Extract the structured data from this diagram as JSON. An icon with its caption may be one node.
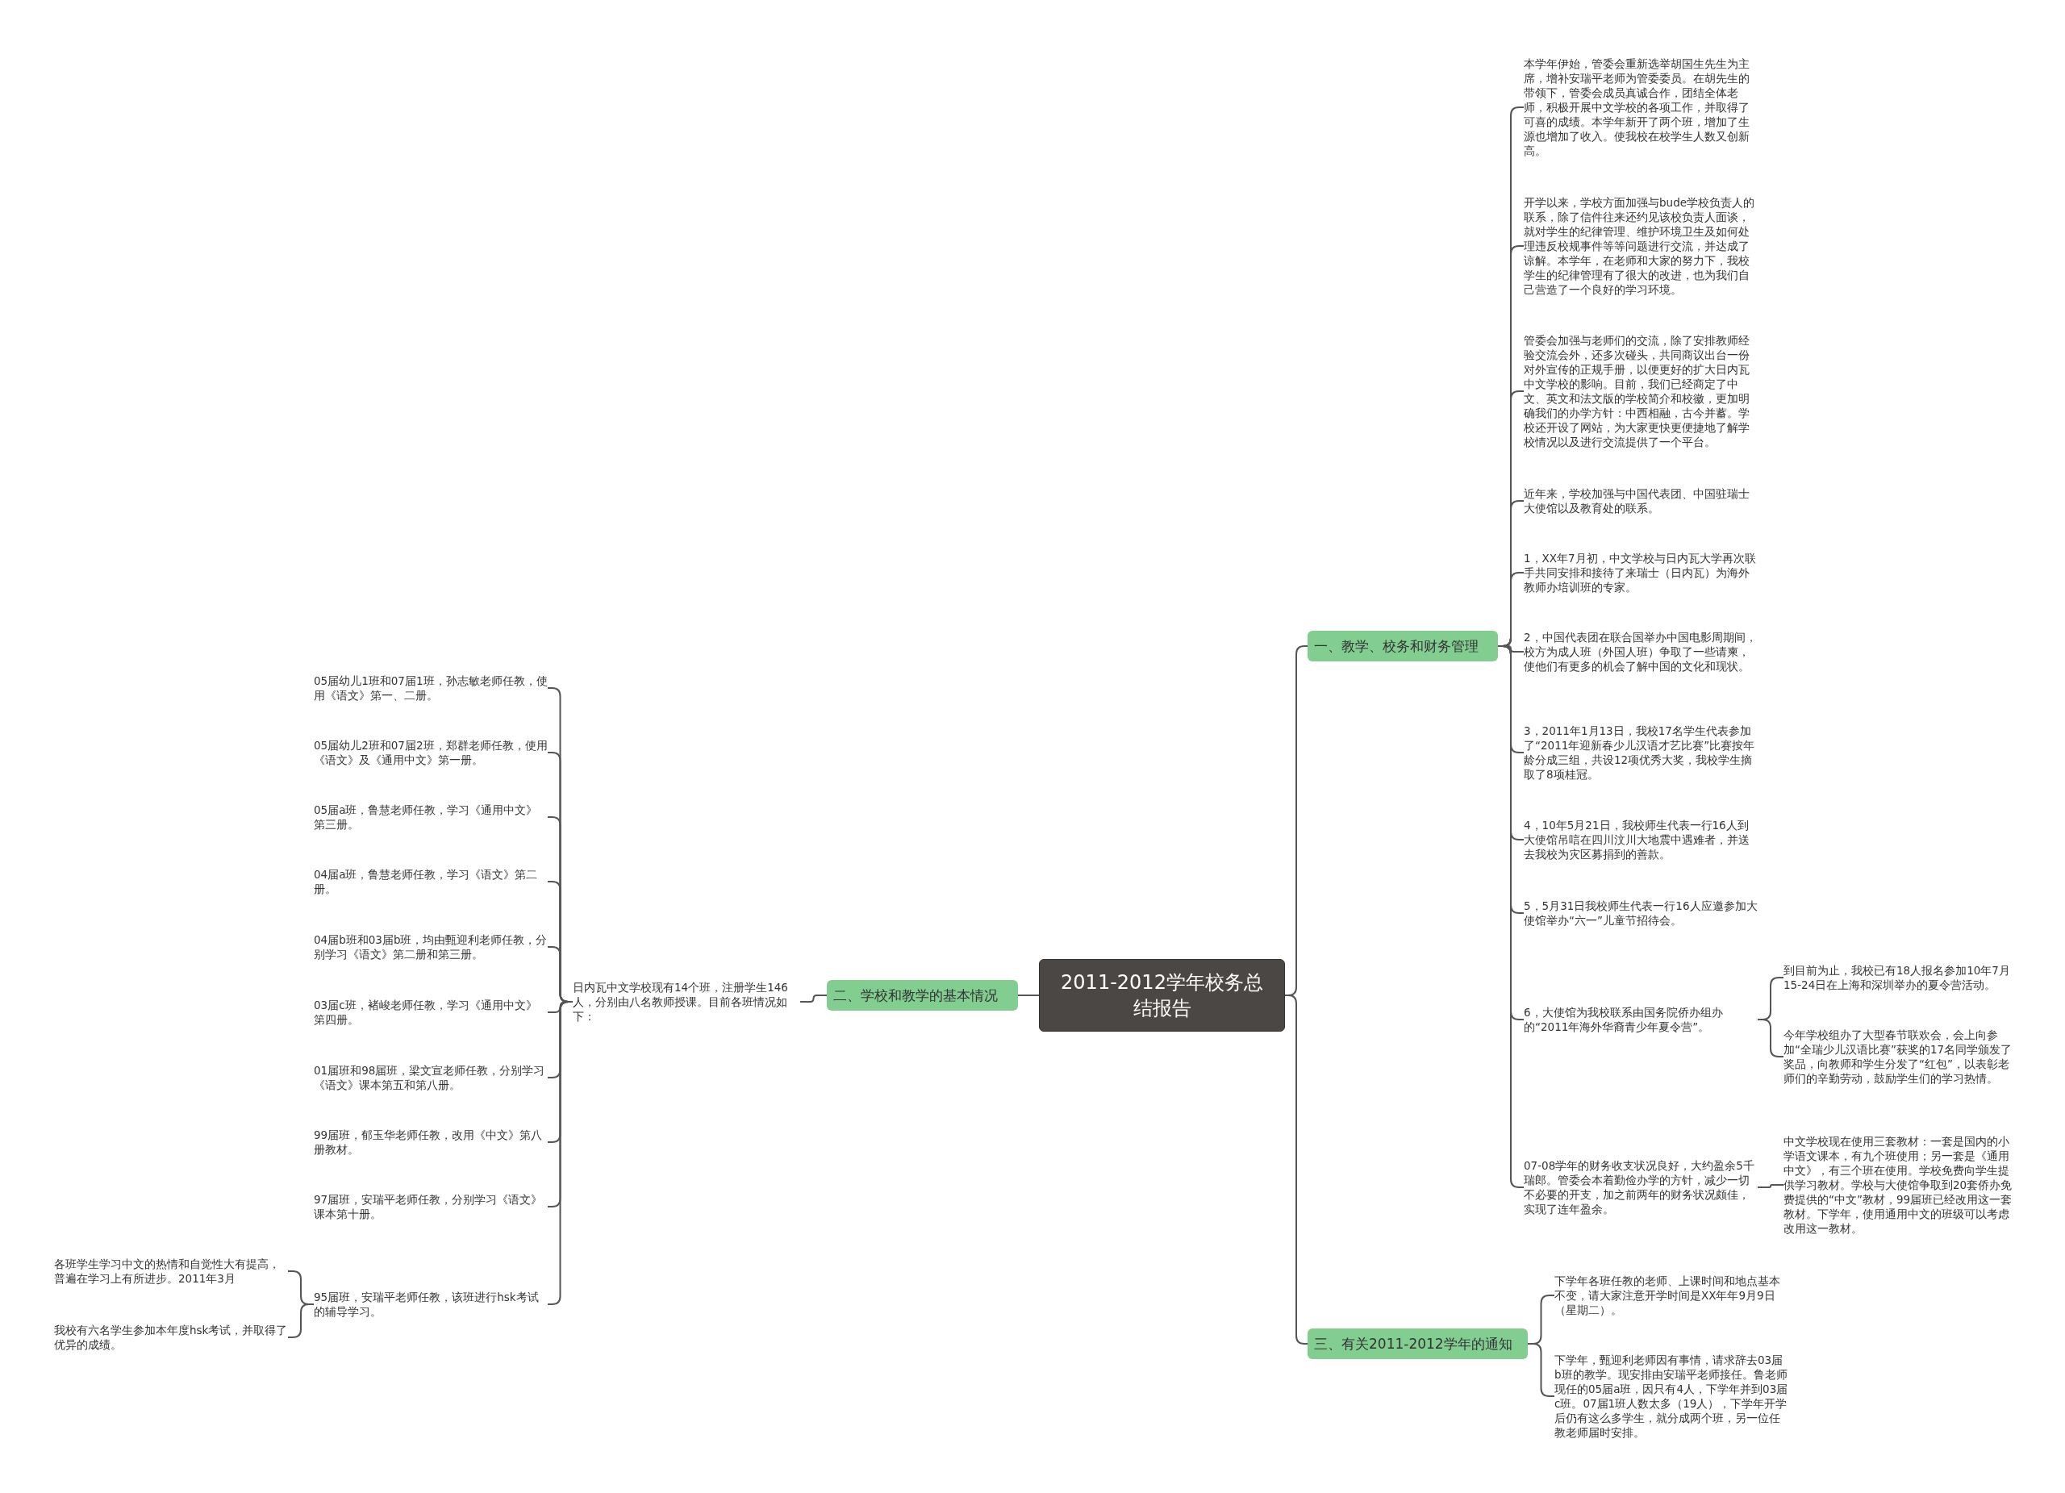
{
  "diagram": {
    "nodes": [
      {
        "text": [
          "2011-2012学年校务总结报告"
        ]
      },
      {
        "text": [
          "一、教学、校务和财务管理"
        ]
      },
      {
        "text": [
          "二、学校和教学的基本情况"
        ]
      },
      {
        "text": [
          "三、有关2011-2012学年的通知"
        ]
      },
      {
        "text": [
          "本学年伊始，管委会重新选举胡国生先生为主席，增补安瑞平老师为管委委员。在胡先生的带领下，管委会成员真诚合作，团结全体老师，积极开展中文学校的各项工作，并取得了可喜的成绩。本学年新开了两个班，增加了生源也增加了收入。使我校在校学生人数又创新高。"
        ]
      },
      {
        "text": [
          "开学以来，学校方面加强与bude学校负责人的联系，除了信件往来还约见该校负责人面谈，就对学生的纪律管理、维护环境卫生及如何处理违反校规事件等等问题进行交流，并达成了谅解。本学年，在老师和大家的努力下，我校学生的纪律管理有了很大的改进，也为我们自己营造了一个良好的学习环境。"
        ]
      },
      {
        "text": [
          "管委会加强与老师们的交流，除了安排教师经验交流会外，还多次碰头，共同商议出台一份对外宣传的正规手册，以便更好的扩大日内瓦中文学校的影响。目前，我们已经商定了中文、英文和法文版的学校简介和校徽，更加明确我们的办学方针：中西相融，古今并蓄。学校还开设了网站，为大家更快更便捷地了解学校情况以及进行交流提供了一个平台。"
        ]
      },
      {
        "text": [
          "近年来，学校加强与中国代表团、中国驻瑞士大使馆以及教育处的联系。"
        ]
      },
      {
        "text": [
          "1，XX年7月初，中文学校与日内瓦大学再次联手共同安排和接待了来瑞士（日内瓦）为海外教师办培训班的专家。"
        ]
      },
      {
        "text": [
          "2，中国代表团在联合国举办中国电影周期间，校方为成人班（外国人班）争取了一些请柬，使他们有更多的机会了解中国的文化和现状。"
        ]
      },
      {
        "text": [
          "3，2011年1月13日，我校17名学生代表参加了“2011年迎新春少儿汉语才艺比赛”比赛按年龄分成三组，共设12项优秀大奖，我校学生摘取了8项桂冠。"
        ]
      },
      {
        "text": [
          "4，10年5月21日，我校师生代表一行16人到大使馆吊唁在四川汶川大地震中遇难者，并送去我校为灾区募捐到的善款。"
        ]
      },
      {
        "text": [
          "5，5月31日我校师生代表一行16人应邀参加大使馆举办“六一”儿童节招待会。"
        ]
      },
      {
        "text": [
          "6，大使馆为我校联系由国务院侨办组办的“2011年海外华裔青少年夏令营”。"
        ]
      },
      {
        "text": [
          "到目前为止，我校已有18人报名参加10年7月15-24日在上海和深圳举办的夏令营活动。"
        ]
      },
      {
        "text": [
          "今年学校组办了大型春节联欢会，会上向参加“全瑞少儿汉语比赛”获奖的17名同学颁发了奖品，向教师和学生分发了“红包”，以表彰老师们的辛勤劳动，鼓励学生们的学习热情。"
        ]
      },
      {
        "text": [
          "07-08学年的财务收支状况良好，大约盈余5千瑞郎。管委会本着勤俭办学的方针，减少一切不必要的开支，加之前两年的财务状况颇佳，实现了连年盈余。"
        ]
      },
      {
        "text": [
          "中文学校现在使用三套教材：一套是国内的小学语文课本，有九个班使用；另一套是《通用中文》，有三个班在使用。学校免费向学生提供学习教材。学校与大使馆争取到20套侨办免费提供的“中文”教材，99届班已经改用这一套教材。下学年，使用通用中文的班级可以考虑改用这一教材。"
        ]
      },
      {
        "text": [
          "日内瓦中文学校现有14个班，注册学生146人，分别由八名教师授课。目前各班情况如下："
        ]
      },
      {
        "text": [
          "05届幼儿1班和07届1班，孙志敏老师任教，使用《语文》第一、二册。"
        ]
      },
      {
        "text": [
          "05届幼儿2班和07届2班，郑群老师任教，使用《语文》及《通用中文》第一册。"
        ]
      },
      {
        "text": [
          "05届a班，鲁慧老师任教，学习《通用中文》第三册。"
        ]
      },
      {
        "text": [
          "04届a班，鲁慧老师任教，学习《语文》第二册。"
        ]
      },
      {
        "text": [
          "04届b班和03届b班，均由甄迎利老师任教，分别学习《语文》第二册和第三册。"
        ]
      },
      {
        "text": [
          "03届c班，褚峻老师任教，学习《通用中文》第四册。"
        ]
      },
      {
        "text": [
          "01届班和98届班，梁文宣老师任教，分别学习《语文》课本第五和第八册。"
        ]
      },
      {
        "text": [
          "99届班，郁玉华老师任教，改用《中文》第八册教材。"
        ]
      },
      {
        "text": [
          "97届班，安瑞平老师任教，分别学习《语文》课本第十册。"
        ]
      },
      {
        "text": [
          "95届班，安瑞平老师任教，该班进行hsk考试的辅导学习。"
        ]
      },
      {
        "text": [
          "各班学生学习中文的热情和自觉性大有提高，普遍在学习上有所进步。2011年3月"
        ]
      },
      {
        "text": [
          "我校有六名学生参加本年度hsk考试，并取得了优异的成绩。"
        ]
      },
      {
        "text": [
          "下学年各班任教的老师、上课时间和地点基本不变，请大家注意开学时间是XX年年9月9日（星期二）。"
        ]
      },
      {
        "text": [
          "下学年，甄迎利老师因有事情，请求辞去03届b班的教学。现安排由安瑞平老师接任。鲁老师现任的05届a班，因只有4人，下学年并到03届c班。07届1班人数太多（19人），下学年开学后仍有这么多学生，就分成两个班，另一位任教老师届时安排。"
        ]
      }
    ],
    "edges": [
      {
        "from": 0,
        "to": 1,
        "arrow": "none"
      },
      {
        "from": 0,
        "to": 2,
        "arrow": "none"
      },
      {
        "from": 0,
        "to": 3,
        "arrow": "none"
      },
      {
        "from": 1,
        "to": 4,
        "arrow": "none"
      },
      {
        "from": 1,
        "to": 5,
        "arrow": "none"
      },
      {
        "from": 1,
        "to": 6,
        "arrow": "none"
      },
      {
        "from": 1,
        "to": 7,
        "arrow": "none"
      },
      {
        "from": 1,
        "to": 8,
        "arrow": "none"
      },
      {
        "from": 1,
        "to": 9,
        "arrow": "none"
      },
      {
        "from": 1,
        "to": 10,
        "arrow": "none"
      },
      {
        "from": 1,
        "to": 11,
        "arrow": "none"
      },
      {
        "from": 1,
        "to": 12,
        "arrow": "none"
      },
      {
        "from": 1,
        "to": 13,
        "arrow": "none"
      },
      {
        "from": 13,
        "to": 14,
        "arrow": "none"
      },
      {
        "from": 13,
        "to": 15,
        "arrow": "none"
      },
      {
        "from": 1,
        "to": 16,
        "arrow": "none"
      },
      {
        "from": 16,
        "to": 17,
        "arrow": "none"
      },
      {
        "from": 2,
        "to": 18,
        "arrow": "none"
      },
      {
        "from": 18,
        "to": 19,
        "arrow": "none"
      },
      {
        "from": 18,
        "to": 20,
        "arrow": "none"
      },
      {
        "from": 18,
        "to": 21,
        "arrow": "none"
      },
      {
        "from": 18,
        "to": 22,
        "arrow": "none"
      },
      {
        "from": 18,
        "to": 23,
        "arrow": "none"
      },
      {
        "from": 18,
        "to": 24,
        "arrow": "none"
      },
      {
        "from": 18,
        "to": 25,
        "arrow": "none"
      },
      {
        "from": 18,
        "to": 26,
        "arrow": "none"
      },
      {
        "from": 18,
        "to": 27,
        "arrow": "none"
      },
      {
        "from": 18,
        "to": 28,
        "arrow": "none"
      },
      {
        "from": 28,
        "to": 29,
        "arrow": "none"
      },
      {
        "from": 28,
        "to": 30,
        "arrow": "none"
      },
      {
        "from": 3,
        "to": 31,
        "arrow": "none"
      },
      {
        "from": 3,
        "to": 32,
        "arrow": "none"
      }
    ]
  }
}
